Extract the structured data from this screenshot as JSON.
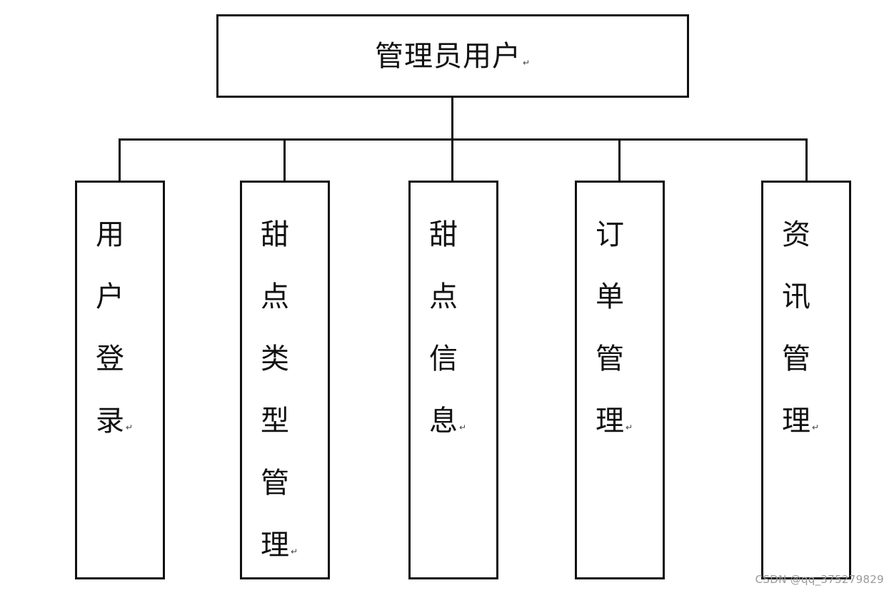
{
  "root": {
    "label": "管理员用户"
  },
  "children": [
    {
      "label": "用户登录"
    },
    {
      "label": "甜点类型管理"
    },
    {
      "label": "甜点信息"
    },
    {
      "label": "订单管理"
    },
    {
      "label": "资讯管理"
    }
  ],
  "paragraph_mark": "↵",
  "watermark": "CSDN @qq_375279829",
  "colors": {
    "line": "#111111",
    "background": "#ffffff",
    "watermark": "#9a9a9a"
  }
}
